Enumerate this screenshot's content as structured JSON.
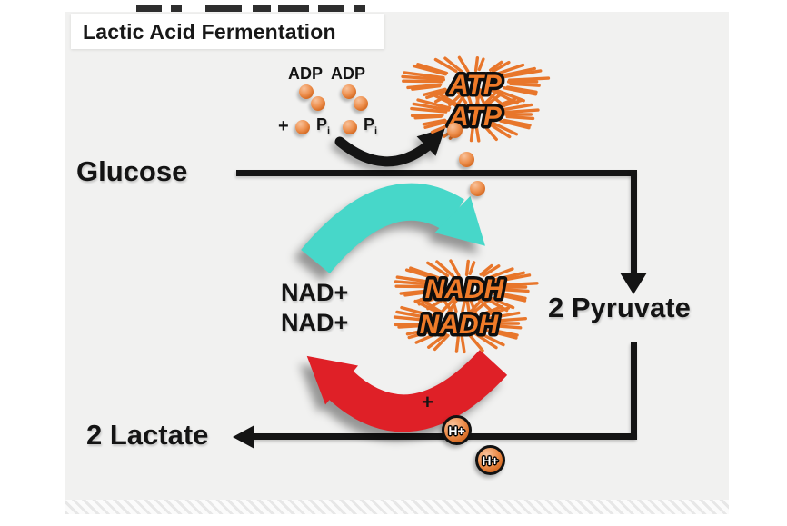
{
  "title": "Lactic Acid Fermentation",
  "labels": {
    "glucose": "Glucose",
    "pyruvate": "2 Pyruvate",
    "lactate": "2 Lactate",
    "adp": [
      "ADP",
      "ADP"
    ],
    "plus_top": "+",
    "pi": [
      {
        "main": "P",
        "sub": "i"
      },
      {
        "main": "P",
        "sub": "i"
      }
    ],
    "atp": [
      "ATP",
      "ATP"
    ],
    "nad": [
      "NAD+",
      "NAD+"
    ],
    "nadh": [
      "NADH",
      "NADH"
    ],
    "plus_bottom": "+",
    "h_ions": [
      "H+",
      "H+"
    ]
  },
  "colors": {
    "slide_bg": "#f1f1f0",
    "teal_arrow": "#47d7c9",
    "red_arrow": "#df2027",
    "orange_burst": "#e8762b",
    "orange_text": "#f07b28",
    "line_black": "#141414"
  }
}
